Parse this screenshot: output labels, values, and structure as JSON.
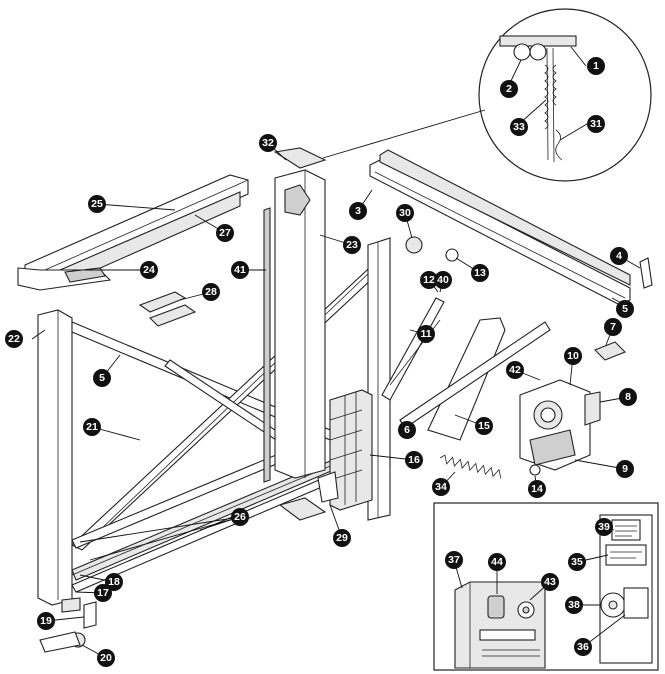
{
  "callouts": [
    {
      "id": "c1",
      "label": "1"
    },
    {
      "id": "c2",
      "label": "2"
    },
    {
      "id": "c3",
      "label": "3"
    },
    {
      "id": "c4",
      "label": "4"
    },
    {
      "id": "c5a",
      "label": "5"
    },
    {
      "id": "c5b",
      "label": "5"
    },
    {
      "id": "c6",
      "label": "6"
    },
    {
      "id": "c7",
      "label": "7"
    },
    {
      "id": "c8",
      "label": "8"
    },
    {
      "id": "c9",
      "label": "9"
    },
    {
      "id": "c10",
      "label": "10"
    },
    {
      "id": "c11",
      "label": "11"
    },
    {
      "id": "c12",
      "label": "12"
    },
    {
      "id": "c13",
      "label": "13"
    },
    {
      "id": "c14",
      "label": "14"
    },
    {
      "id": "c15",
      "label": "15"
    },
    {
      "id": "c16",
      "label": "16"
    },
    {
      "id": "c17",
      "label": "17"
    },
    {
      "id": "c18",
      "label": "18"
    },
    {
      "id": "c19",
      "label": "19"
    },
    {
      "id": "c20",
      "label": "20"
    },
    {
      "id": "c21",
      "label": "21"
    },
    {
      "id": "c22",
      "label": "22"
    },
    {
      "id": "c23",
      "label": "23"
    },
    {
      "id": "c24",
      "label": "24"
    },
    {
      "id": "c25",
      "label": "25"
    },
    {
      "id": "c26",
      "label": "26"
    },
    {
      "id": "c27",
      "label": "27"
    },
    {
      "id": "c28",
      "label": "28"
    },
    {
      "id": "c29",
      "label": "29"
    },
    {
      "id": "c30",
      "label": "30"
    },
    {
      "id": "c31",
      "label": "31"
    },
    {
      "id": "c32",
      "label": "32"
    },
    {
      "id": "c33",
      "label": "33"
    },
    {
      "id": "c34",
      "label": "34"
    },
    {
      "id": "c35",
      "label": "35"
    },
    {
      "id": "c36",
      "label": "36"
    },
    {
      "id": "c37",
      "label": "37"
    },
    {
      "id": "c38",
      "label": "38"
    },
    {
      "id": "c39",
      "label": "39"
    },
    {
      "id": "c40",
      "label": "40"
    },
    {
      "id": "c41",
      "label": "41"
    },
    {
      "id": "c42",
      "label": "42"
    },
    {
      "id": "c43",
      "label": "43"
    },
    {
      "id": "c44",
      "label": "44"
    }
  ],
  "colors": {
    "ink": "#111111",
    "panel": "#ffffff",
    "shade": "#e8e8e8"
  }
}
